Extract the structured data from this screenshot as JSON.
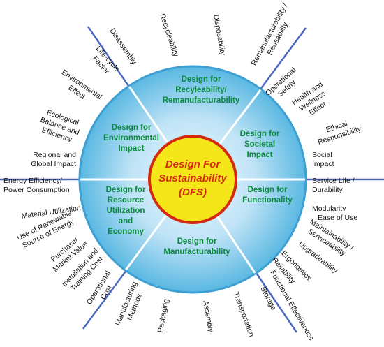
{
  "center": {
    "lines": [
      "Design For",
      "Sustainability",
      "(DFS)"
    ],
    "fill_color": "#f5e61a",
    "stroke_color": "#d42a0c",
    "text_color": "#d42a0c"
  },
  "colors": {
    "disc_inner": "#eaf6fd",
    "disc_outer": "#5ab8e2",
    "disc_border": "#3d9fd2",
    "spokes": "#4a68c0",
    "sector_text": "#0b8a3e",
    "outer_text": "#111111"
  },
  "sectors": [
    {
      "key": "recyclability",
      "lines": [
        "Design for",
        "Recyleability/",
        "Remanufacturability"
      ]
    },
    {
      "key": "societal",
      "lines": [
        "Design for",
        "Societal",
        "Impact"
      ]
    },
    {
      "key": "functionality",
      "lines": [
        "Design for",
        "Functionality"
      ]
    },
    {
      "key": "manufacturability",
      "lines": [
        "Design for",
        "Manufacturability"
      ]
    },
    {
      "key": "resource",
      "lines": [
        "Design for",
        "Resource",
        "Utilization",
        "and",
        "Economy"
      ]
    },
    {
      "key": "environmental",
      "lines": [
        "Design for",
        "Environmental",
        "Impact"
      ]
    }
  ],
  "outer_labels": [
    {
      "key": "recycleability",
      "lines": [
        "Recycleability"
      ]
    },
    {
      "key": "disposability",
      "lines": [
        "Disposability"
      ]
    },
    {
      "key": "remanufacturability",
      "lines": [
        "Remanufacturability /",
        "Reusability"
      ]
    },
    {
      "key": "operational-safety",
      "lines": [
        "Operational",
        "Safety"
      ]
    },
    {
      "key": "health-wellness",
      "lines": [
        "Health and",
        "Wellness",
        "Effect"
      ]
    },
    {
      "key": "ethical-responsibility",
      "lines": [
        "Ethical",
        "Responsibility"
      ]
    },
    {
      "key": "social-impact",
      "lines": [
        "Social",
        "Impact"
      ]
    },
    {
      "key": "service-life",
      "lines": [
        "Service Life /",
        "Durability"
      ]
    },
    {
      "key": "modularity",
      "lines": [
        "Modularity"
      ]
    },
    {
      "key": "ease-of-use",
      "lines": [
        "Ease of Use"
      ]
    },
    {
      "key": "maintainability",
      "lines": [
        "Maintainability /",
        "Serviceability"
      ]
    },
    {
      "key": "upgradeability",
      "lines": [
        "Upgradeability"
      ]
    },
    {
      "key": "ergonomics",
      "lines": [
        "Ergonomics"
      ]
    },
    {
      "key": "reliability",
      "lines": [
        "Reliability"
      ]
    },
    {
      "key": "functional-effectiveness",
      "lines": [
        "Functional Effectiveness"
      ]
    },
    {
      "key": "storage",
      "lines": [
        "Storage"
      ]
    },
    {
      "key": "transportation",
      "lines": [
        "Transportation"
      ]
    },
    {
      "key": "assembly",
      "lines": [
        "Assembly"
      ]
    },
    {
      "key": "packaging",
      "lines": [
        "Packaging"
      ]
    },
    {
      "key": "manufacturing-methods",
      "lines": [
        "Manufacturing",
        "Methods"
      ]
    },
    {
      "key": "operational-cost",
      "lines": [
        "Operational",
        "Cost"
      ]
    },
    {
      "key": "installation-training",
      "lines": [
        "Installation and",
        "Training Cost"
      ]
    },
    {
      "key": "purchase-value",
      "lines": [
        "Purchase/",
        "Market Value"
      ]
    },
    {
      "key": "renewable-energy",
      "lines": [
        "Use of Renewable",
        "Source of Energy"
      ]
    },
    {
      "key": "material-utilization",
      "lines": [
        "Material Utilization"
      ]
    },
    {
      "key": "energy-efficiency",
      "lines": [
        "Energy Efficiency/",
        "Power Consumption"
      ]
    },
    {
      "key": "regional-global",
      "lines": [
        "Regional and",
        "Global Impact"
      ]
    },
    {
      "key": "ecological-balance",
      "lines": [
        "Ecological",
        "Balance and",
        "Efficiency"
      ]
    },
    {
      "key": "environmental-effect",
      "lines": [
        "Environmental",
        "Effect"
      ]
    },
    {
      "key": "life-cycle-factor",
      "lines": [
        "Life-cycle",
        "Factor"
      ]
    },
    {
      "key": "disassembly",
      "lines": [
        "Disassembly"
      ]
    }
  ]
}
